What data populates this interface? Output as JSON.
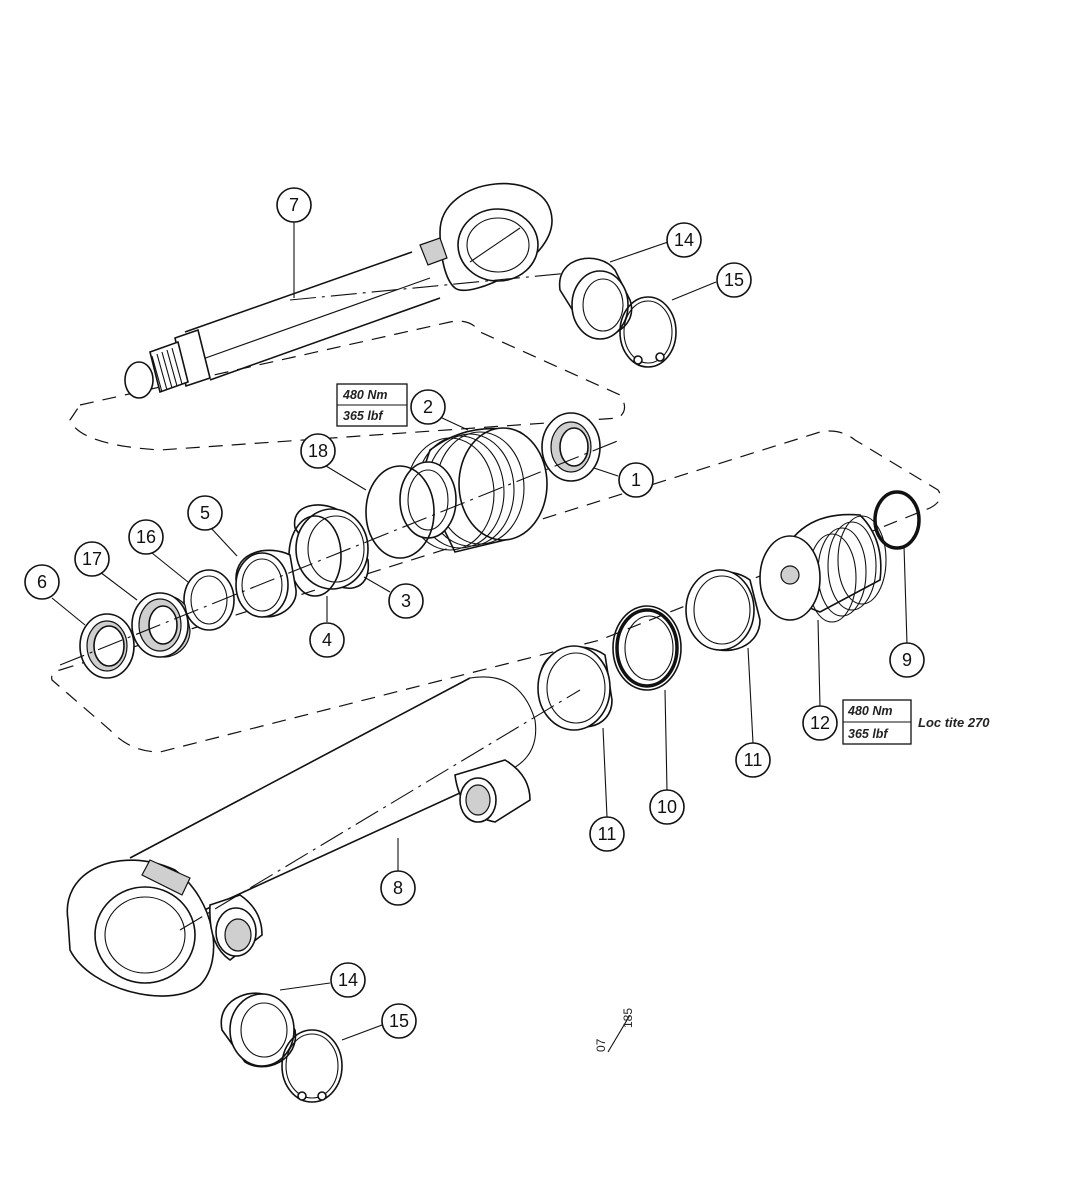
{
  "callouts": [
    "7",
    "14",
    "15",
    "2",
    "1",
    "18",
    "3",
    "4",
    "5",
    "16",
    "17",
    "6",
    "9",
    "12",
    "11",
    "10",
    "11",
    "8",
    "14",
    "15"
  ],
  "torque_1": {
    "line1": "480 Nm",
    "line2": "365 lbf"
  },
  "torque_2": {
    "line1": "480 Nm",
    "line2": "365 lbf"
  },
  "note_loctite": "Loc tite 270",
  "reference": {
    "top": "07",
    "bottom": "185"
  }
}
